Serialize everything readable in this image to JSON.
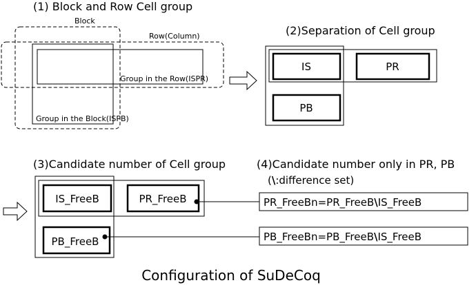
{
  "sections": {
    "s1": {
      "title": "(1) Block and Row Cell group",
      "block_label": "Block",
      "row_label": "Row(Column)",
      "ispr_label": "Group in the Row(ISPR)",
      "ispb_label": "Group in the Block(ISPB)"
    },
    "s2": {
      "title": "(2)Separation of Cell group",
      "is_label": "IS",
      "pr_label": "PR",
      "pb_label": "PB"
    },
    "s3": {
      "title": "(3)Candidate number of Cell group",
      "is_label": "IS_FreeB",
      "pr_label": "PR_FreeB",
      "pb_label": "PB_FreeB"
    },
    "s4": {
      "title": "(4)Candidate number only in PR, PB",
      "note_open": "(",
      "note_symbol": "\\",
      "note_text": ":difference set)",
      "pr_formula_left": "PR_FreeBn=PR_FreeB",
      "pr_formula_symbol": "\\",
      "pr_formula_right": "IS_FreeB",
      "pb_formula_left": "PB_FreeBn=PB_FreeB",
      "pb_formula_symbol": "\\",
      "pb_formula_right": "IS_FreeB"
    }
  },
  "caption": "Configuration of SuDeCoq"
}
